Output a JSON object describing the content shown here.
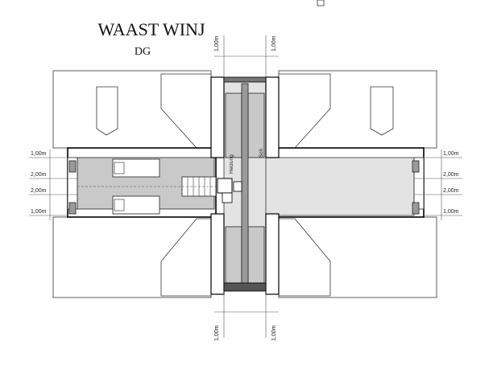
{
  "title": "WAAST WINJ",
  "subtitle": "DG",
  "room_labels": {
    "heating": "Heizung",
    "shaft": "Sch"
  },
  "dimensions": {
    "left": [
      "1,00m",
      "2,00m",
      "2,00m",
      "1,00m"
    ],
    "right": [
      "1,00m",
      "2,00m",
      "2,00m",
      "1,00m"
    ],
    "top": [
      "1,00m",
      "1,00m"
    ],
    "bottom": [
      "1,00m",
      "1,00m"
    ]
  },
  "colors": {
    "wall": "#000000",
    "floor_grey": "#c9c9c9",
    "corridor_light": "#e3e3e3",
    "shaft_dark": "#9a9a9a"
  }
}
